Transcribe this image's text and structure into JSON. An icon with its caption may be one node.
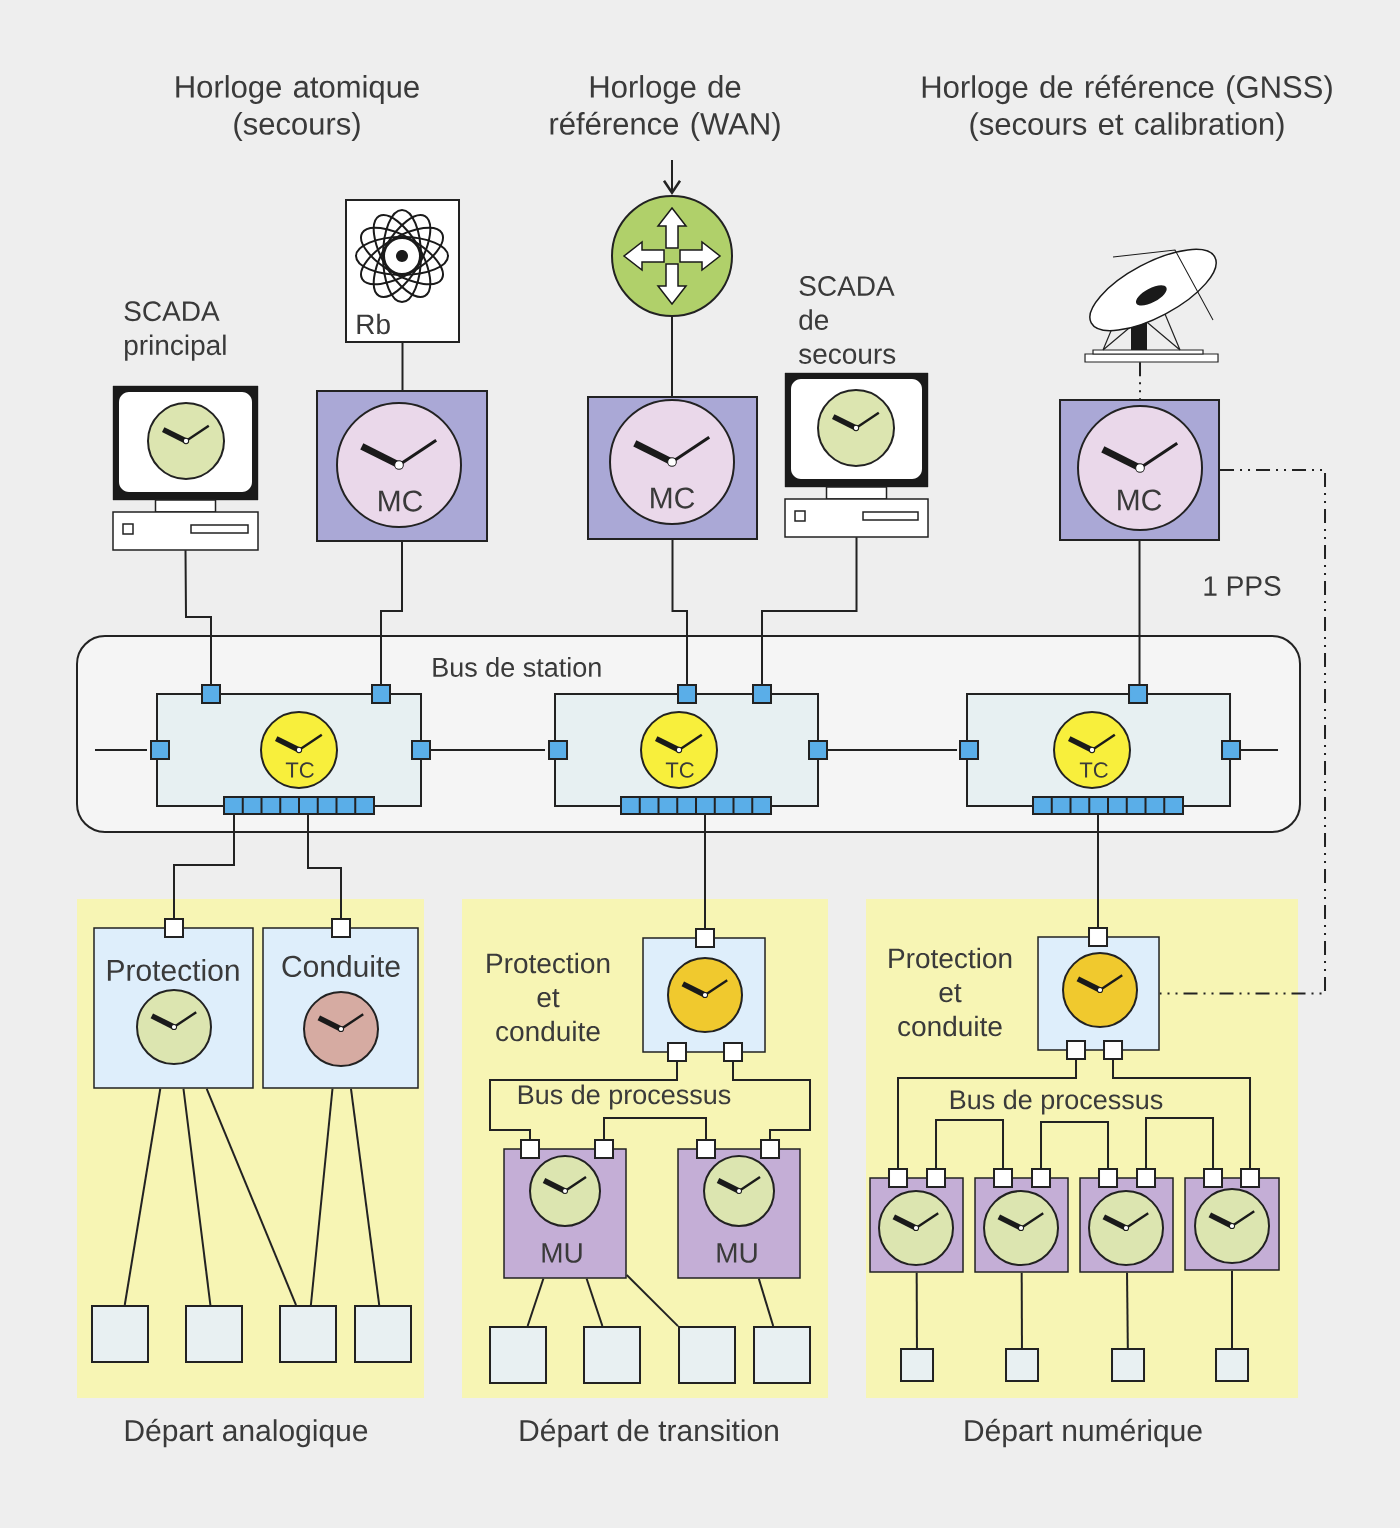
{
  "diagram": {
    "nodes": [
      {
        "text": [
          "Bus de station"
        ]
      },
      {
        "text": [
          "TC"
        ],
        "in": 0
      },
      {
        "text": [
          "TC"
        ],
        "in": 0
      },
      {
        "text": [
          "TC"
        ],
        "in": 0
      },
      {
        "text": [
          "SCADA principal"
        ]
      },
      {
        "text": [
          "Rb"
        ]
      },
      {
        "text": [
          "MC"
        ]
      },
      {
        "text": [],
        "shape": "circle"
      },
      {
        "text": [
          "MC"
        ]
      },
      {
        "text": [
          "SCADA de secours"
        ]
      },
      {
        "text": [],
        "shape": "picture"
      },
      {
        "text": [
          "MC"
        ]
      },
      {
        "text": [
          "Départ analogique"
        ]
      },
      {
        "text": [
          "Protection"
        ],
        "in": 12
      },
      {
        "text": [
          "Conduite"
        ],
        "in": 12
      },
      {
        "text": [],
        "shape": "box",
        "in": 12
      },
      {
        "text": [],
        "shape": "box",
        "in": 12
      },
      {
        "text": [],
        "shape": "box",
        "in": 12
      },
      {
        "text": [],
        "shape": "box",
        "in": 12
      },
      {
        "text": [
          "Départ de transition"
        ]
      },
      {
        "text": [
          "Protection et conduite"
        ],
        "in": 19
      },
      {
        "text": [
          "MU"
        ],
        "in": 19
      },
      {
        "text": [
          "MU"
        ],
        "in": 19
      },
      {
        "text": [],
        "shape": "box",
        "in": 19
      },
      {
        "text": [],
        "shape": "box",
        "in": 19
      },
      {
        "text": [],
        "shape": "box",
        "in": 19
      },
      {
        "text": [],
        "shape": "box",
        "in": 19
      },
      {
        "text": [
          "Départ numérique"
        ]
      },
      {
        "text": [
          "Protection et conduite"
        ],
        "in": 27
      },
      {
        "text": [],
        "shape": "box",
        "in": 27
      },
      {
        "text": [],
        "shape": "box",
        "in": 27
      },
      {
        "text": [],
        "shape": "box",
        "in": 27
      },
      {
        "text": [],
        "shape": "box",
        "in": 27
      },
      {
        "text": [],
        "shape": "box",
        "in": 27
      },
      {
        "text": [],
        "shape": "box",
        "in": 27
      },
      {
        "text": [],
        "shape": "box",
        "in": 27
      },
      {
        "text": [],
        "shape": "box",
        "in": 27
      }
    ],
    "edges": [
      {
        "from": null,
        "to": 7,
        "arrow": "to"
      },
      {
        "from": 4,
        "to": 1,
        "arrow": "none"
      },
      {
        "from": 5,
        "to": 6,
        "arrow": "none"
      },
      {
        "from": 6,
        "to": 1,
        "arrow": "none"
      },
      {
        "from": 7,
        "to": 8,
        "arrow": "none"
      },
      {
        "from": 8,
        "to": 2,
        "arrow": "none"
      },
      {
        "from": 9,
        "to": 2,
        "arrow": "none"
      },
      {
        "from": 10,
        "to": 11,
        "arrow": "none",
        "style": "dashed"
      },
      {
        "from": 11,
        "to": 3,
        "arrow": "none"
      },
      {
        "from": 11,
        "to": 28,
        "arrow": "none",
        "style": "dashed",
        "label": "1 PPS"
      },
      {
        "from": null,
        "to": 1,
        "arrow": "none"
      },
      {
        "from": 1,
        "to": 2,
        "arrow": "none"
      },
      {
        "from": 2,
        "to": 3,
        "arrow": "none"
      },
      {
        "from": 3,
        "to": null,
        "arrow": "none"
      },
      {
        "from": 1,
        "to": 13,
        "arrow": "none"
      },
      {
        "from": 1,
        "to": 14,
        "arrow": "none"
      },
      {
        "from": 13,
        "to": 15,
        "arrow": "none"
      },
      {
        "from": 13,
        "to": 16,
        "arrow": "none"
      },
      {
        "from": 13,
        "to": 17,
        "arrow": "none"
      },
      {
        "from": 14,
        "to": 17,
        "arrow": "none"
      },
      {
        "from": 14,
        "to": 18,
        "arrow": "none"
      },
      {
        "from": 2,
        "to": 20,
        "arrow": "none"
      },
      {
        "from": 20,
        "to": 21,
        "arrow": "none"
      },
      {
        "from": 20,
        "to": 22,
        "arrow": "none"
      },
      {
        "from": 21,
        "to": 22,
        "arrow": "none"
      },
      {
        "from": 21,
        "to": 23,
        "arrow": "none"
      },
      {
        "from": 21,
        "to": 24,
        "arrow": "none"
      },
      {
        "from": 21,
        "to": 25,
        "arrow": "none"
      },
      {
        "from": 22,
        "to": 26,
        "arrow": "none"
      },
      {
        "from": 3,
        "to": 28,
        "arrow": "none"
      },
      {
        "from": 28,
        "to": 29,
        "arrow": "none"
      },
      {
        "from": 28,
        "to": 32,
        "arrow": "none"
      },
      {
        "from": 29,
        "to": 30,
        "arrow": "none"
      },
      {
        "from": 30,
        "to": 31,
        "arrow": "none"
      },
      {
        "from": 31,
        "to": 32,
        "arrow": "none"
      },
      {
        "from": 29,
        "to": 33,
        "arrow": "none"
      },
      {
        "from": 30,
        "to": 34,
        "arrow": "none"
      },
      {
        "from": 31,
        "to": 35,
        "arrow": "none"
      },
      {
        "from": 32,
        "to": 36,
        "arrow": "none"
      }
    ],
    "labels": [
      "Horloge atomique (secours)",
      "Horloge de référence (WAN)",
      "Horloge de référence (GNSS) (secours et calibration)",
      "Bus de processus",
      "Bus de processus"
    ]
  }
}
